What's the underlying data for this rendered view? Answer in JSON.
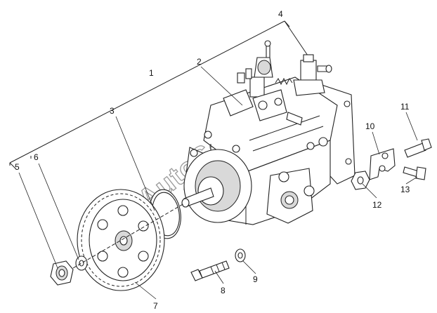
{
  "diagram": {
    "watermark": "AutoSoft",
    "callouts": [
      "1",
      "2",
      "3",
      "4",
      "5",
      "6",
      "7",
      "8",
      "9",
      "10",
      "11",
      "12",
      "13"
    ]
  }
}
